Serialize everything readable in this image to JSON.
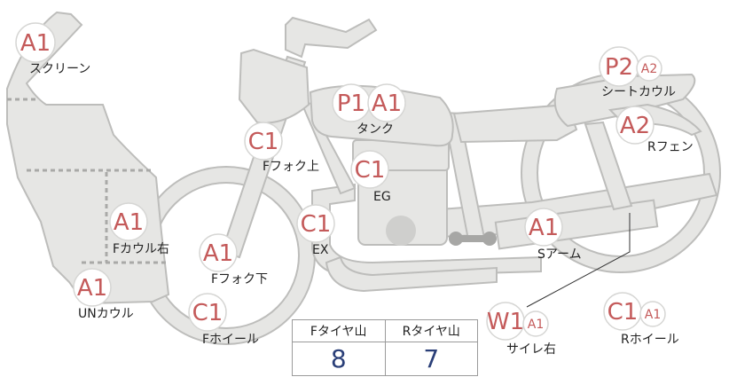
{
  "parts": [
    {
      "id": "screen",
      "label": "スクリーン",
      "codes": [
        "A1"
      ]
    },
    {
      "id": "tank",
      "label": "タンク",
      "codes": [
        "P1",
        "A1"
      ]
    },
    {
      "id": "seat-cowl",
      "label": "シートカウル",
      "codes": [
        "P2",
        "A2"
      ]
    },
    {
      "id": "r-fender",
      "label": "Rフェン",
      "codes": [
        "A2"
      ]
    },
    {
      "id": "f-fork-upper",
      "label": "Fフォク上",
      "codes": [
        "C1"
      ]
    },
    {
      "id": "eg",
      "label": "EG",
      "codes": [
        "C1"
      ]
    },
    {
      "id": "ex",
      "label": "EX",
      "codes": [
        "C1"
      ]
    },
    {
      "id": "f-cowl-right",
      "label": "Fカウル右",
      "codes": [
        "A1"
      ]
    },
    {
      "id": "s-arm",
      "label": "Sアーム",
      "codes": [
        "A1"
      ]
    },
    {
      "id": "f-fork-lower",
      "label": "Fフォク下",
      "codes": [
        "A1"
      ]
    },
    {
      "id": "un-cowl",
      "label": "UNカウル",
      "codes": [
        "A1"
      ]
    },
    {
      "id": "f-wheel",
      "label": "Fホイール",
      "codes": [
        "C1"
      ]
    },
    {
      "id": "silencer-right",
      "label": "サイレ右",
      "codes": [
        "W1",
        "A1"
      ]
    },
    {
      "id": "r-wheel",
      "label": "Rホイール",
      "codes": [
        "C1",
        "A1"
      ]
    }
  ],
  "tire_table": {
    "headers": [
      "Fタイヤ山",
      "Rタイヤ山"
    ],
    "values": [
      "8",
      "7"
    ]
  },
  "colors": {
    "part_fill": "#e6e6e4",
    "part_stroke": "#bdbdbb",
    "code_text": "#c45a5a",
    "tire_value": "#2a3f78"
  }
}
